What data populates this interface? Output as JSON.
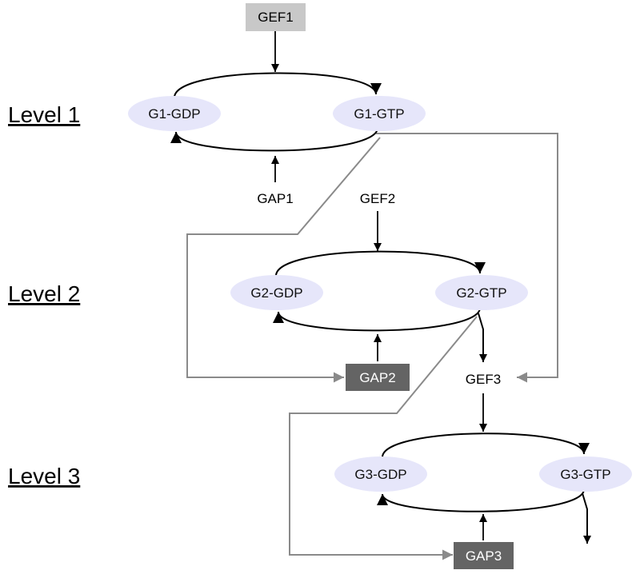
{
  "levels": [
    {
      "label": "Level 1"
    },
    {
      "label": "Level 2"
    },
    {
      "label": "Level 3"
    }
  ],
  "nodes": {
    "g1_gdp": "G1-GDP",
    "g1_gtp": "G1-GTP",
    "g2_gdp": "G2-GDP",
    "g2_gtp": "G2-GTP",
    "g3_gdp": "G3-GDP",
    "g3_gtp": "G3-GTP"
  },
  "regulators": {
    "gef1": "GEF1",
    "gap1": "GAP1",
    "gef2": "GEF2",
    "gap2": "GAP2",
    "gef3": "GEF3",
    "gap3": "GAP3"
  },
  "colors": {
    "node_fill": "#e6e6fa",
    "gef1_box": "#c8c8c8",
    "gap_box_dark": "#646464",
    "gray_line": "#8a8a8a",
    "arrow": "#000000"
  }
}
